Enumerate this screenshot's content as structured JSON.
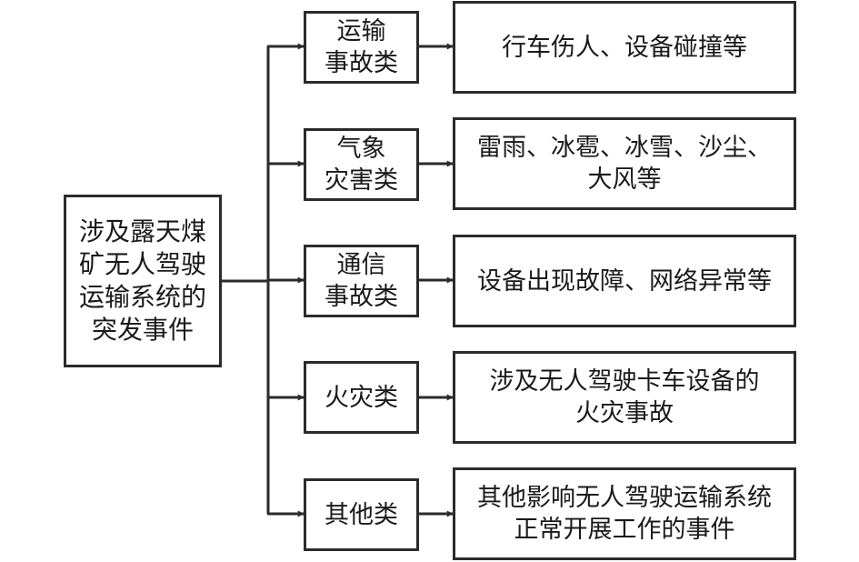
{
  "root": {
    "label": "涉及露天煤\n矿无人驾驶\n运输系统的\n突发事件"
  },
  "categories": [
    {
      "label": "运输\n事故类",
      "detail": "行车伤人、设备碰撞等"
    },
    {
      "label": "气象\n灾害类",
      "detail": "雷雨、冰雹、冰雪、沙尘、\n大风等"
    },
    {
      "label": "通信\n事故类",
      "detail": "设备出现故障、网络异常等"
    },
    {
      "label": "火灾类",
      "detail": "涉及无人驾驶卡车设备的\n火灾事故"
    },
    {
      "label": "其他类",
      "detail": "其他影响无人驾驶运输系统\n正常开展工作的事件"
    }
  ],
  "colors": {
    "line": "#2b2b2b",
    "border": "#2b2b2b",
    "text": "#1a1a1a"
  }
}
